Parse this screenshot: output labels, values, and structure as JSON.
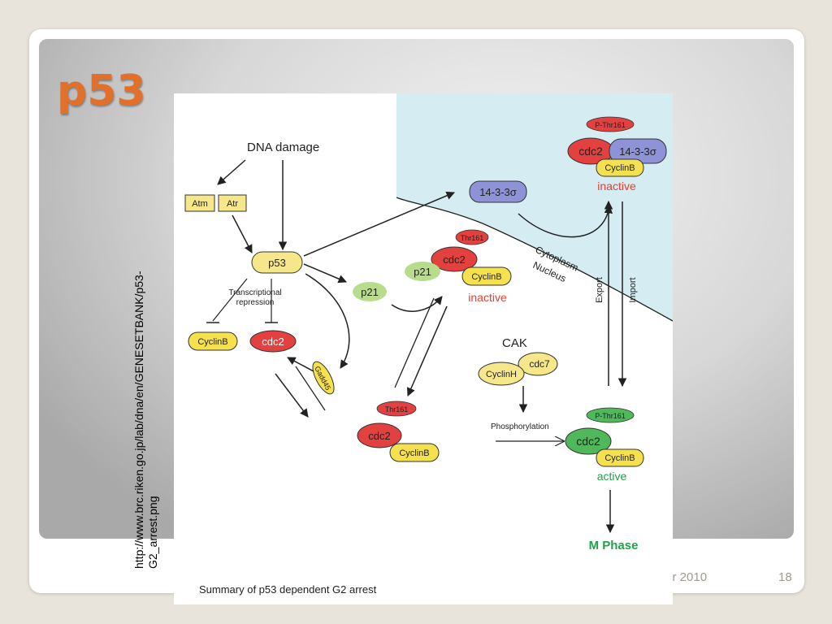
{
  "slide": {
    "title": "p53",
    "footer_date": "ter 2010",
    "page_number": "18",
    "source_url": "http://www.brc.riken.go.jp/lab/dna/en/GENESETBANK/p53-G2_arrest.png"
  },
  "figure": {
    "caption": "Summary of p53 dependent G2 arrest",
    "dna_damage": "DNA damage",
    "atm": "Atm",
    "atr": "Atr",
    "p53": "p53",
    "transcriptional": "Transcriptional",
    "repression": "repression",
    "cyclinb": "CyclinB",
    "cdc2": "cdc2",
    "gadd45": "Gadd45",
    "p21": "p21",
    "sigma": "14-3-3σ",
    "thr161": "Thr161",
    "p_thr161": "P-Thr161",
    "inactive": "inactive",
    "active": "active",
    "cak": "CAK",
    "cyclinh": "CyclinH",
    "cdc7": "cdc7",
    "phosphorylation": "Phosphorylation",
    "cytoplasm": "Cytoplasm",
    "nucleus": "Nucleus",
    "export": "Export",
    "import": "Import",
    "m_phase": "M Phase"
  },
  "colors": {
    "accent": "#e2702a",
    "cytoplasm": "#d6ecf3",
    "p53_fill": "#f6e88a",
    "cyclin_fill": "#f4e14d",
    "cdc2_red": "#e3413f",
    "green": "#4fb85a",
    "light_green": "#b9dc8c",
    "sigma_fill": "#8d93d6",
    "inactive_text": "#e3412e",
    "active_text": "#1fa24c"
  }
}
